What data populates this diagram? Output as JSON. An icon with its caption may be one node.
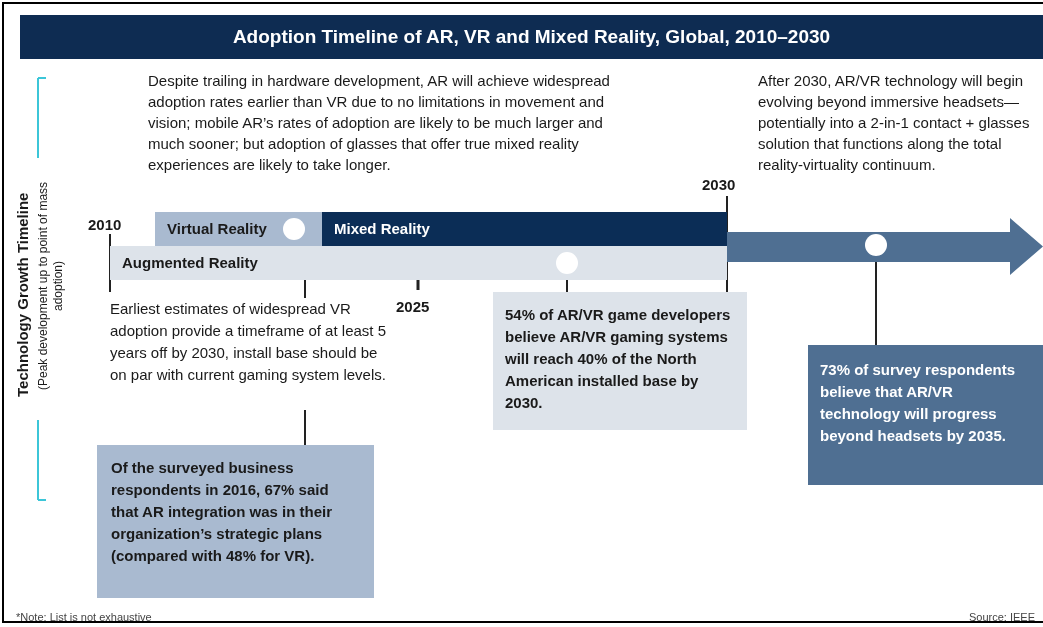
{
  "diagram": {
    "title": "Adoption Timeline of AR, VR and Mixed Reality, Global, 2010–2030",
    "nodes": [
      {
        "text": [
          "Virtual Reality"
        ]
      },
      {
        "text": [
          "Mixed Reality"
        ]
      },
      {
        "text": [
          "Augmented Reality"
        ]
      },
      {
        "text": [],
        "shape": "arrow"
      },
      {
        "text": [],
        "shape": "circle",
        "in": 0
      },
      {
        "text": [],
        "shape": "circle",
        "in": 2
      },
      {
        "text": [],
        "shape": "circle",
        "in": 3
      },
      {
        "text": [
          "Earliest estimates of widespread VR adoption provide a timeframe of at least 5 years off by 2030, install base should be on par with current gaming system levels."
        ]
      },
      {
        "text": [
          "Of the surveyed business respondents in 2016, 67% said that AR integration was in their organization’s strategic plans (compared with 48% for VR)."
        ]
      },
      {
        "text": [
          "54% of AR/VR game developers believe AR/VR gaming systems will reach 40% of the North American installed base by 2030."
        ]
      },
      {
        "text": [
          "73% of survey respondents believe that AR/VR technology will progress beyond headsets by 2035."
        ]
      }
    ],
    "edges": [
      {
        "from": 4,
        "to": 7,
        "arrow": "none"
      },
      {
        "from": 7,
        "to": 8,
        "arrow": "none"
      },
      {
        "from": 5,
        "to": 9,
        "arrow": "none"
      },
      {
        "from": 6,
        "to": 10,
        "arrow": "none"
      }
    ],
    "labels": [
      "Technology Growth Timeline",
      "(Peak development up to point of mass adoption)",
      "Despite trailing in hardware development, AR will achieve widespread adoption rates earlier than VR due to no limitations in movement and vision; mobile AR’s rates of adoption are likely to be much larger and much sooner; but adoption of glasses that offer true mixed reality experiences are likely to take longer.",
      "After 2030, AR/VR technology will begin evolving beyond immersive headsets—potentially into a 2-in-1 contact + glasses solution that functions along the total reality-virtuality continuum.",
      "2030",
      "2010",
      "2025",
      "*Note: List is not exhaustive",
      "Source: IEEE"
    ]
  }
}
